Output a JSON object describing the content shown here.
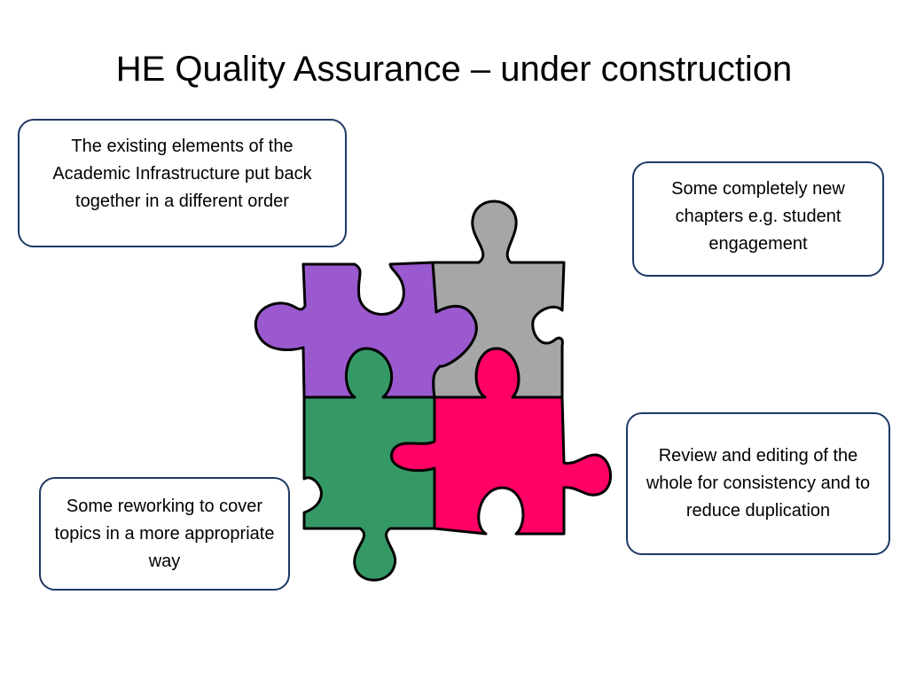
{
  "slide": {
    "title": "HE Quality Assurance – under construction"
  },
  "callouts": {
    "top_left": "The existing elements of the Academic Infrastructure put back together in a different order",
    "top_right": "Some completely new chapters e.g. student engagement",
    "bottom_right": "Review and editing of the whole for consistency and to reduce duplication",
    "bottom_left": "Some reworking to cover topics in a more appropriate way"
  },
  "colors": {
    "purple_piece": "#9b59cf",
    "gray_piece": "#a6a6a6",
    "green_piece": "#359966",
    "pink_piece": "#ff0066",
    "callout_border": "#1f3864"
  }
}
